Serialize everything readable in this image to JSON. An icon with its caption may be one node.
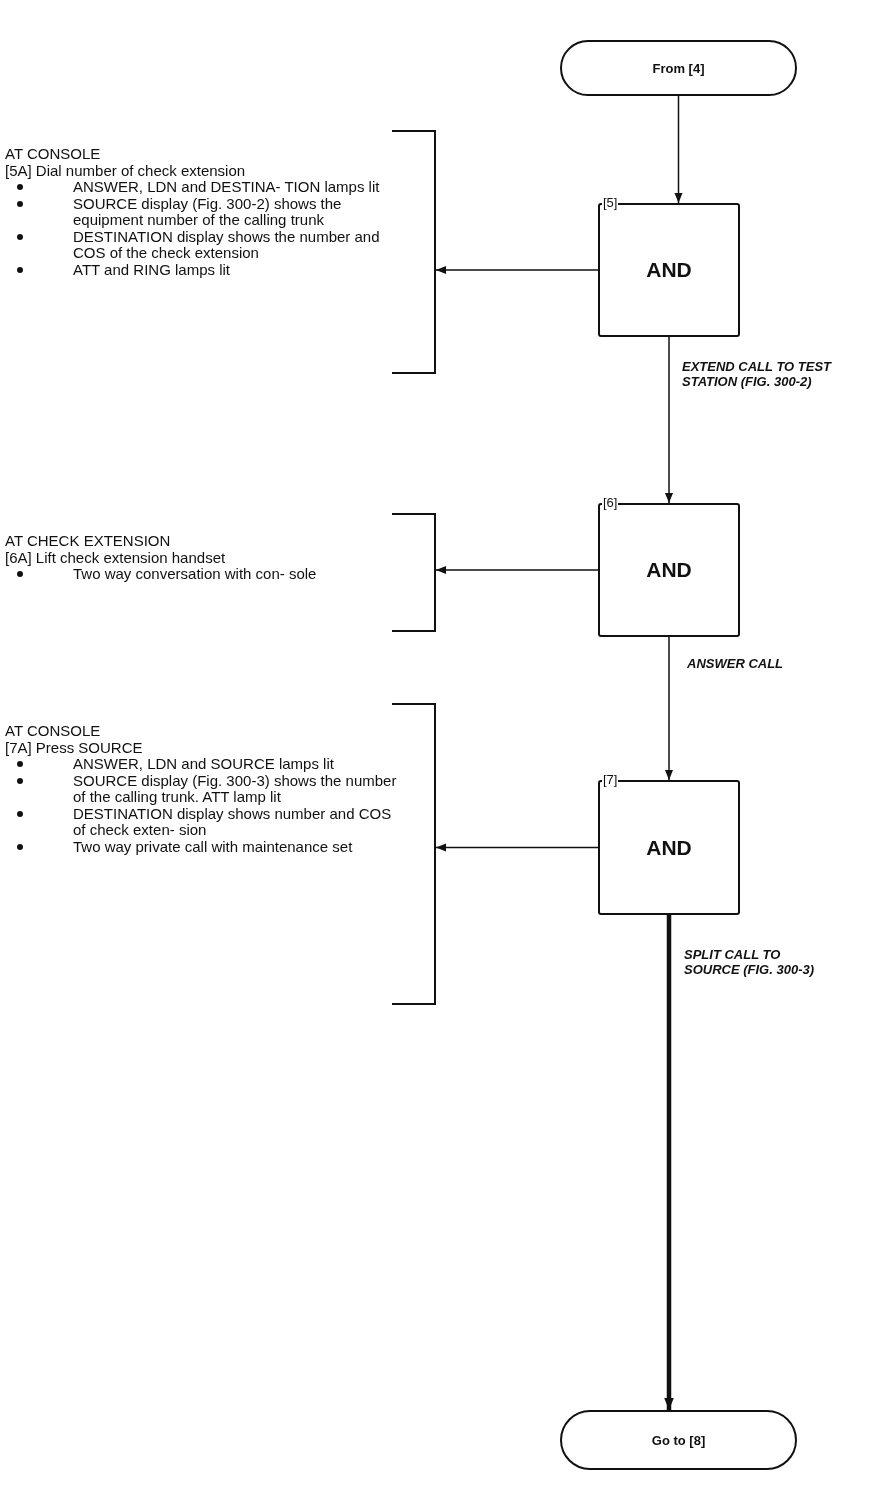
{
  "diagram": {
    "nodes": [
      {
        "text": [
          "From [4]"
        ]
      },
      {
        "text": [
          "AT CONSOLE",
          "[5A] Dial number of check extension",
          "ANSWER, LDN and DESTINA- TION lamps lit",
          "SOURCE display (Fig. 300-2) shows the equipment number of the calling trunk",
          "DESTINATION display shows the number and COS of the check extension",
          "ATT and RING lamps lit"
        ]
      },
      {
        "text": [
          "[5]",
          "AND"
        ]
      },
      {
        "text": [
          "AT CHECK EXTENSION",
          "[6A] Lift check extension handset",
          "Two way conversation with con- sole"
        ]
      },
      {
        "text": [
          "[6]",
          "AND"
        ]
      },
      {
        "text": [
          "AT CONSOLE",
          "[7A] Press SOURCE",
          "ANSWER, LDN and SOURCE lamps lit",
          "SOURCE display (Fig. 300-3) shows the number of the calling trunk. ATT lamp lit",
          "DESTINATION display shows number and COS of check exten- sion",
          "Two way private call with maintenance set"
        ]
      },
      {
        "text": [
          "[7]",
          "AND"
        ]
      },
      {
        "text": [
          "Go to [8]"
        ]
      }
    ],
    "edges": [
      {
        "from": 0,
        "to": 2,
        "arrow": "to"
      },
      {
        "from": 2,
        "to": 1,
        "arrow": "to"
      },
      {
        "from": 2,
        "to": 4,
        "arrow": "to",
        "label": "EXTEND CALL TO TEST STATION (FIG. 300-2)"
      },
      {
        "from": 4,
        "to": 3,
        "arrow": "to"
      },
      {
        "from": 4,
        "to": 6,
        "arrow": "to",
        "label": "ANSWER CALL"
      },
      {
        "from": 6,
        "to": 5,
        "arrow": "to"
      },
      {
        "from": 6,
        "to": 7,
        "arrow": "to",
        "label": "SPLIT CALL TO SOURCE (FIG. 300-3)",
        "style": "thick"
      }
    ]
  }
}
